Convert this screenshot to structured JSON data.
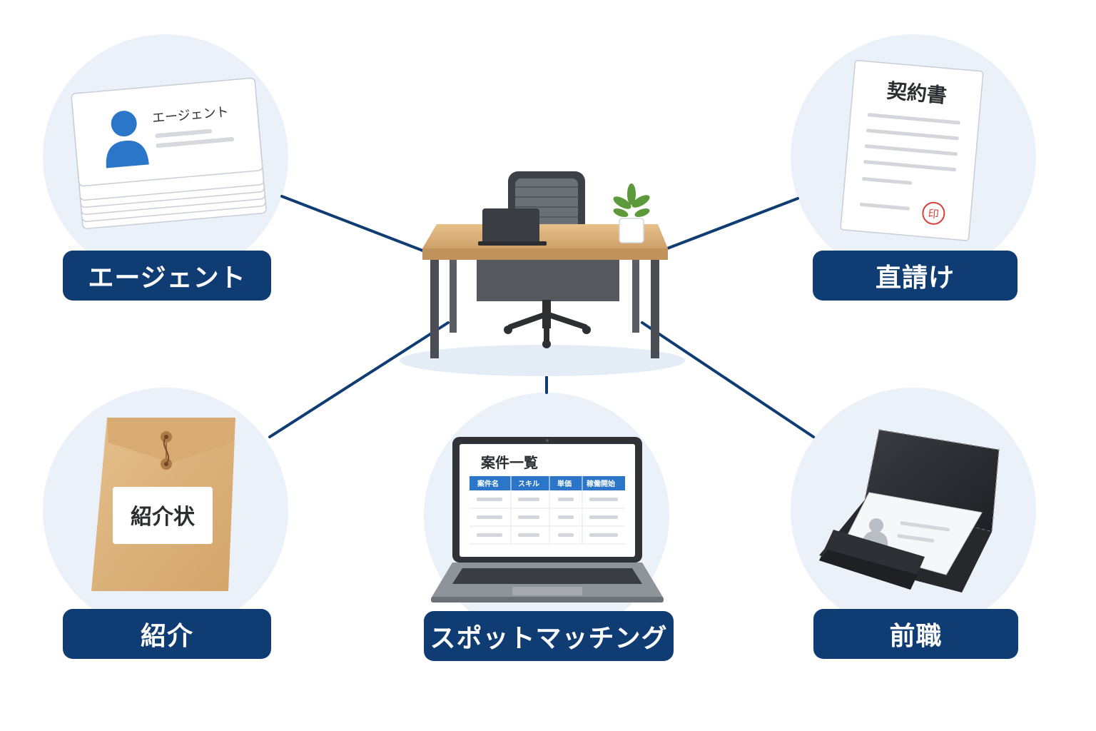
{
  "colors": {
    "label_bg": "#0f3d73",
    "circle_bg": "#eaf1f9",
    "connector": "#0f3d73",
    "accent_blue": "#2b76c8",
    "envelope": "#dcb27c",
    "seal_red": "#d9403a",
    "case_dark": "#2b2d31"
  },
  "center": {
    "icon": "desk-with-laptop-chair-and-plant"
  },
  "categories": {
    "agent": {
      "label": "エージェント",
      "icon": "business-card-stack-icon",
      "card_text": "エージェント"
    },
    "direct": {
      "label": "直請け",
      "icon": "contract-document-icon",
      "doc_title": "契約書",
      "seal_text": "印"
    },
    "referral": {
      "label": "紹介",
      "icon": "envelope-icon",
      "envelope_label": "紹介状"
    },
    "spot": {
      "label": "スポットマッチング",
      "icon": "laptop-job-list-icon",
      "screen_title": "案件一覧",
      "table_headers": [
        "案件名",
        "スキル",
        "単価",
        "稼働開始"
      ]
    },
    "former": {
      "label": "前職",
      "icon": "business-card-case-icon"
    }
  }
}
